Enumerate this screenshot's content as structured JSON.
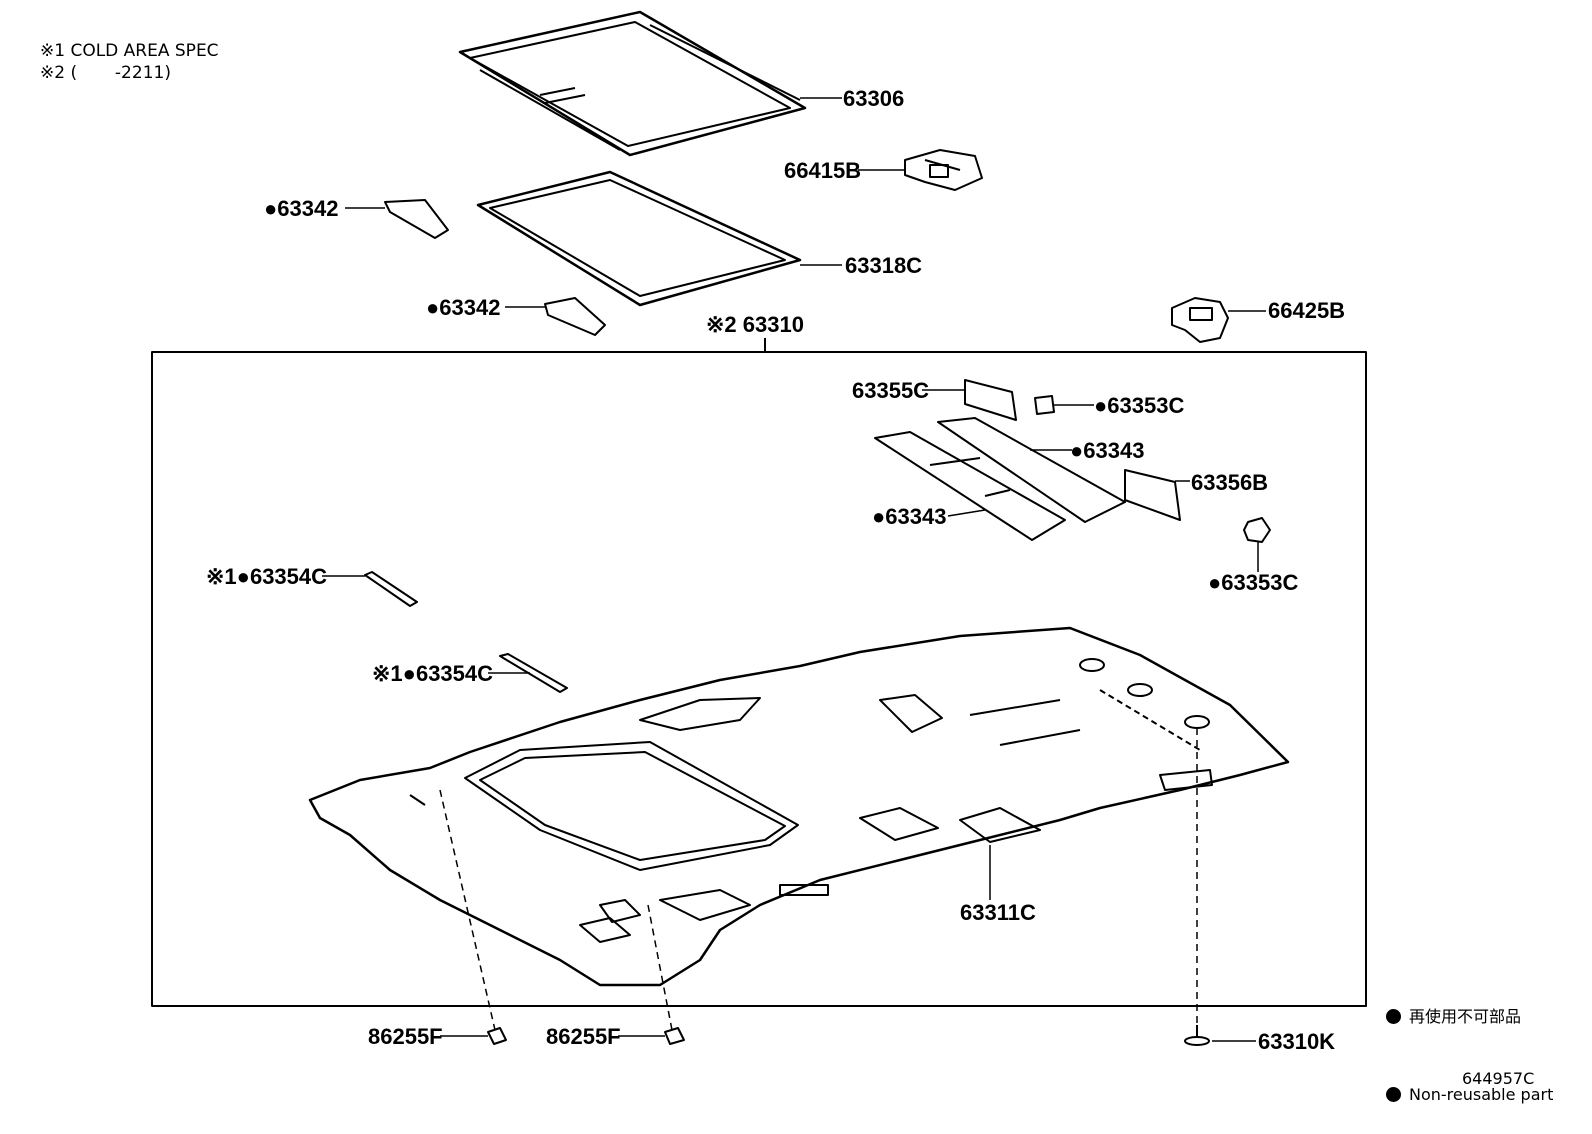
{
  "notes": [
    "※1 COLD AREA SPEC",
    "※2 (       -2211)"
  ],
  "parts": {
    "p63306": "63306",
    "p66415B": "66415B",
    "p63342a": "●63342",
    "p63318C": "63318C",
    "p63342b": "●63342",
    "p63310": "※2 63310",
    "p66425B": "66425B",
    "p63355C": "63355C",
    "p63353Ca": "●63353C",
    "p63343a": "●63343",
    "p63356B": "63356B",
    "p63343b": "●63343",
    "p63353Cb": "●63353C",
    "p63354Ca": "※1●63354C",
    "p63354Cb": "※1●63354C",
    "p63311C": "63311C",
    "p86255Fa": "86255F",
    "p86255Fb": "86255F",
    "p63310K": "63310K"
  },
  "legend": {
    "jp": "再使用不可部品",
    "en": "Non-reusable part"
  },
  "diagram_code": "644957C"
}
